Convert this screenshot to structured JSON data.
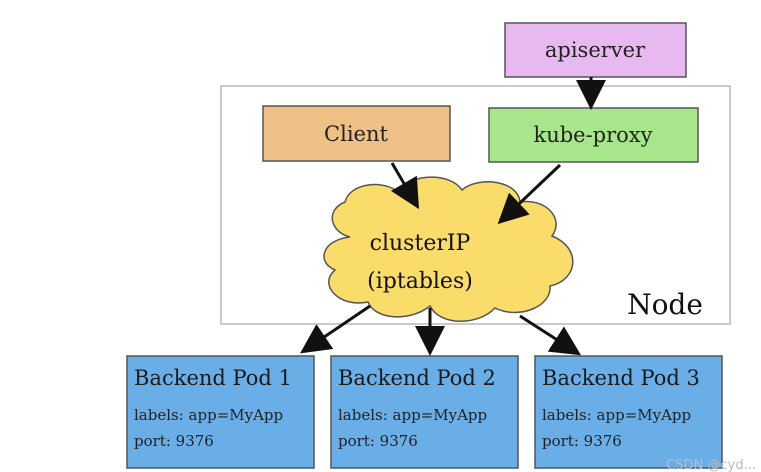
{
  "node": {
    "label": "Node"
  },
  "apiserver": {
    "label": "apiserver",
    "color": "#e8b8f0"
  },
  "client": {
    "label": "Client",
    "color": "#eec085"
  },
  "kube_proxy": {
    "label": "kube-proxy",
    "color": "#a8e68c"
  },
  "cluster_ip": {
    "line1": "clusterIP",
    "line2": "(iptables)",
    "color": "#fadc6a"
  },
  "pods": [
    {
      "title": "Backend Pod 1",
      "labels": "labels: app=MyApp",
      "port": "port: 9376"
    },
    {
      "title": "Backend Pod 2",
      "labels": "labels: app=MyApp",
      "port": "port: 9376"
    },
    {
      "title": "Backend Pod 3",
      "labels": "labels: app=MyApp",
      "port": "port: 9376"
    }
  ],
  "pod_color": "#6aaee8",
  "watermark": "CSDN @cyd..."
}
